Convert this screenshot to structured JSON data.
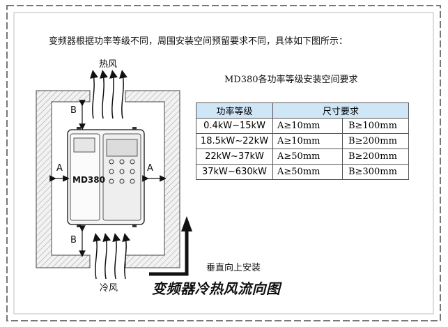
{
  "intro_text": "变频器根据功率等级不同，周围安装空间预留要求不同，具体如下图所示：",
  "hot_air_label": "热风",
  "cold_air_label": "冷风",
  "table_title": "MD380各功率等级安装空间要求",
  "table": {
    "headers": [
      "功率等级",
      "尺寸要求"
    ],
    "rows": [
      {
        "power": "0.4kW~15kW",
        "a": "A≥10mm",
        "b": "B≥100mm"
      },
      {
        "power": "18.5kW~22kW",
        "a": "A≥10mm",
        "b": "B≥200mm"
      },
      {
        "power": "22kW~37kW",
        "a": "A≥50mm",
        "b": "B≥200mm"
      },
      {
        "power": "37kW~630kW",
        "a": "A≥50mm",
        "b": "B≥300mm"
      }
    ]
  },
  "device_label": "MD380",
  "clearance_labels": {
    "a": "A",
    "b": "B"
  },
  "vertical_install_note": "垂直向上安装",
  "diagram_caption": "变频器冷热风流向图",
  "colors": {
    "table_header_bg": "#cfe6f7",
    "hatch_bg": "#f0f0f0",
    "frame_line": "#333333"
  }
}
